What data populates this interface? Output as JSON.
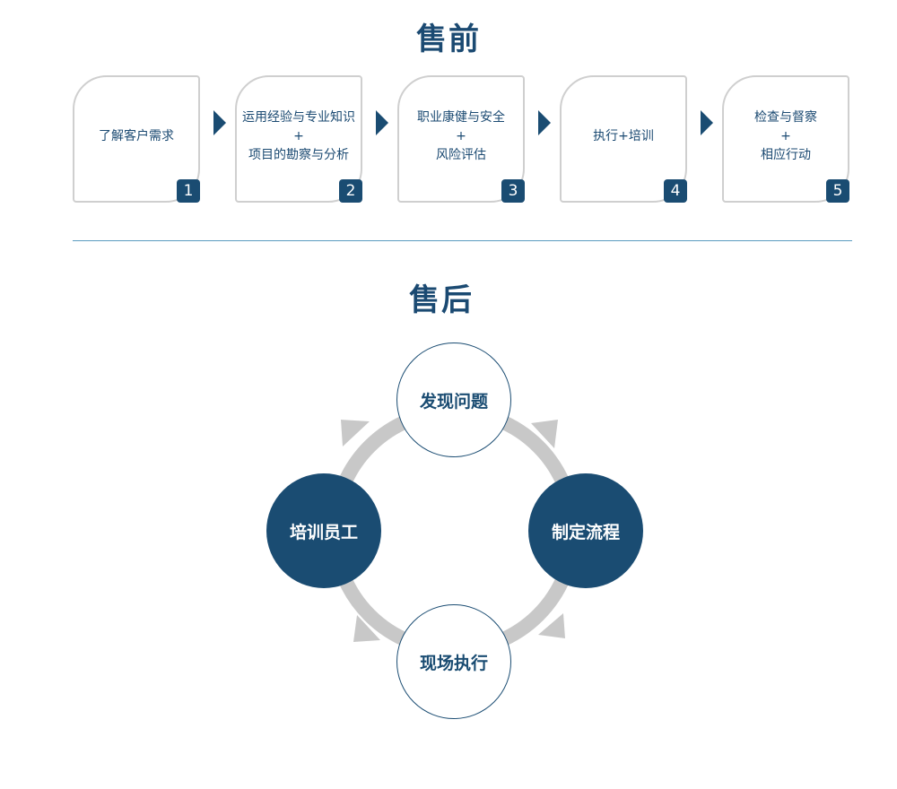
{
  "pre_sale": {
    "title": "售前",
    "steps": [
      {
        "lines": [
          "了解客户需求"
        ],
        "number": "1"
      },
      {
        "lines": [
          "运用经验与专业知识",
          "+",
          "项目的勘察与分析"
        ],
        "number": "2"
      },
      {
        "lines": [
          "职业康健与安全",
          "+",
          "风险评估"
        ],
        "number": "3"
      },
      {
        "lines": [
          "执行+培训"
        ],
        "number": "4"
      },
      {
        "lines": [
          "检查与督察",
          "+",
          "相应行动"
        ],
        "number": "5"
      }
    ]
  },
  "after_sale": {
    "title": "售后",
    "nodes": {
      "top": "发现问题",
      "right": "制定流程",
      "bottom": "现场执行",
      "left": "培训员工"
    }
  },
  "colors": {
    "accent": "#1a4c72",
    "title": "#1b4a72",
    "ring": "#c8c8c8",
    "box_border": "#cfcfcf",
    "divider": "#5a9bc0"
  }
}
